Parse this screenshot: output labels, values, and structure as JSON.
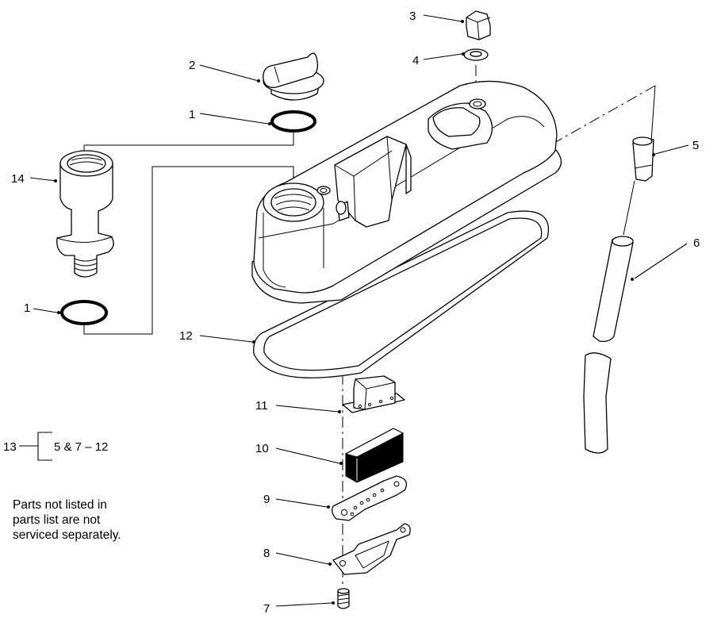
{
  "callouts": [
    {
      "id": "c3",
      "text": "3"
    },
    {
      "id": "c4",
      "text": "4"
    },
    {
      "id": "c2",
      "text": "2"
    },
    {
      "id": "c1a",
      "text": "1"
    },
    {
      "id": "c14",
      "text": "14"
    },
    {
      "id": "c5",
      "text": "5"
    },
    {
      "id": "c6",
      "text": "6"
    },
    {
      "id": "c1b",
      "text": "1"
    },
    {
      "id": "c12",
      "text": "12"
    },
    {
      "id": "c11",
      "text": "11"
    },
    {
      "id": "c10",
      "text": "10"
    },
    {
      "id": "c13",
      "text": "13"
    },
    {
      "id": "c9",
      "text": "9"
    },
    {
      "id": "c8",
      "text": "8"
    },
    {
      "id": "c7",
      "text": "7"
    }
  ],
  "kit_bracket_label": "5 & 7 – 12",
  "note_lines": [
    "Parts not listed in",
    "parts list are not",
    "serviced separately."
  ]
}
